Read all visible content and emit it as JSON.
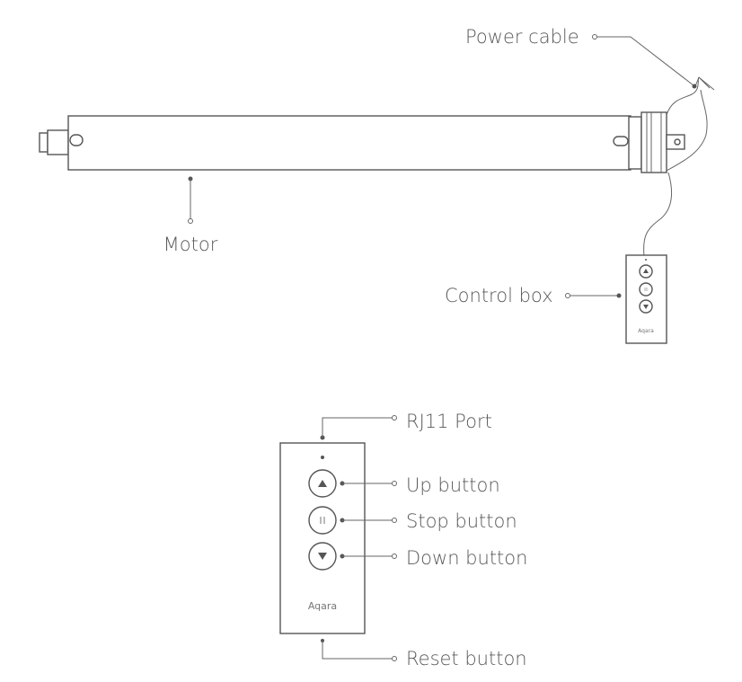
{
  "labels": {
    "power_cable": "Power cable",
    "motor": "Motor",
    "control_box": "Control box",
    "rj11_port": "RJ11 Port",
    "up_button": "Up button",
    "stop_button": "Stop button",
    "down_button": "Down button",
    "reset_button": "Reset button"
  },
  "brand": "Aqara",
  "icons": {
    "up": "triangle-up-icon",
    "stop": "pause-icon",
    "down": "triangle-down-icon"
  },
  "colors": {
    "line": "#666666",
    "text": "#5a5a5a",
    "background": "#ffffff"
  }
}
